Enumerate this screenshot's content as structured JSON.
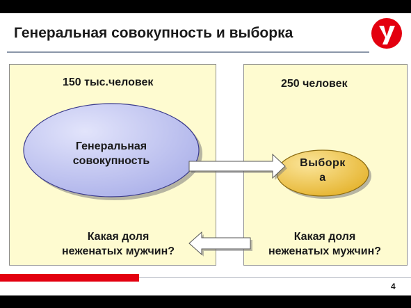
{
  "slide": {
    "title": "Генеральная совокупность и выборка",
    "page_number": "4"
  },
  "population": {
    "count": "150 тыс.человек",
    "label_line1": "Генеральная",
    "label_line2": "совокупность",
    "question_line1": "Какая доля",
    "question_line2": "неженатых мужчин?"
  },
  "sample": {
    "count": "250 человек",
    "label_line1": "Выборк",
    "label_line2": "а",
    "question_line1": "Какая доля",
    "question_line2": "неженатых мужчин?"
  },
  "colors": {
    "panel_fill": "#fefbd0",
    "population_ellipse": "#c5c8f2",
    "sample_ellipse": "#f2c94c",
    "accent_red": "#e3000f"
  },
  "icons": {
    "logo": "stylized-letter-u-logo",
    "forward_arrow": "arrow-right",
    "back_arrow": "arrow-left"
  }
}
